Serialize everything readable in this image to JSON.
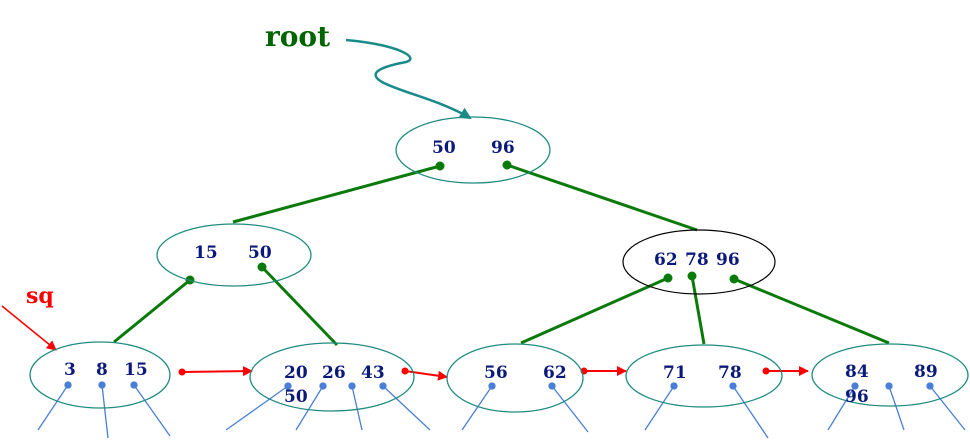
{
  "labels": {
    "root": "root",
    "sq": "sq"
  },
  "nodes": {
    "root_node": {
      "keys": [
        "50",
        "96"
      ]
    },
    "left_internal": {
      "keys": [
        "15",
        "50"
      ]
    },
    "right_internal": {
      "keys": [
        "62",
        "78",
        "96"
      ]
    },
    "leaf1": {
      "keys": [
        "3",
        "8",
        "15"
      ]
    },
    "leaf2": {
      "keys": [
        "20",
        "26",
        "43"
      ],
      "extra": "50"
    },
    "leaf3": {
      "keys": [
        "56",
        "62"
      ]
    },
    "leaf4": {
      "keys": [
        "71",
        "78"
      ]
    },
    "leaf5": {
      "keys": [
        "84",
        "89"
      ],
      "extra": "96"
    }
  },
  "colors": {
    "tree_edge": "#0a7a0a",
    "node_outline_teal": "#1f8b80",
    "node_outline_black": "#000000",
    "leaf_link_red": "#ff0000",
    "record_pointer_blue": "#4a7fd6",
    "key_text": "#0b1a7a",
    "root_label": "#006400",
    "root_arrow": "#1a8a8a"
  }
}
